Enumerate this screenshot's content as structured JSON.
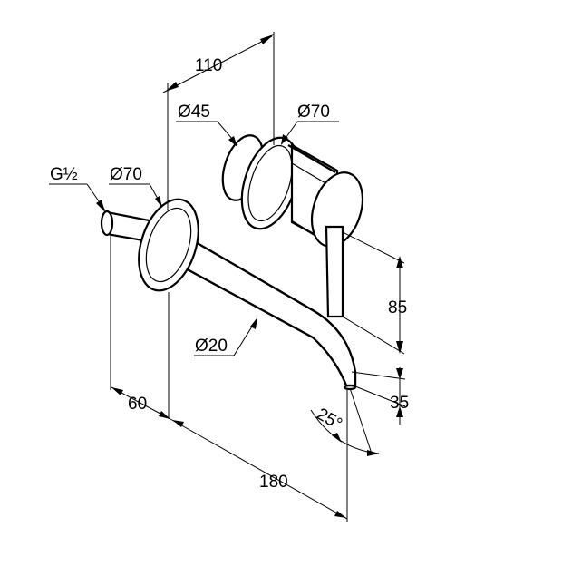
{
  "labels": {
    "dim_110": "110",
    "dia_45": "Ø45",
    "dia_70_mixer": "Ø70",
    "thread": "G½",
    "dia_70_spout": "Ø70",
    "dim_85": "85",
    "dia_20": "Ø20",
    "dim_60": "60",
    "angle_25": "25°",
    "dim_35": "35",
    "dim_180": "180"
  }
}
